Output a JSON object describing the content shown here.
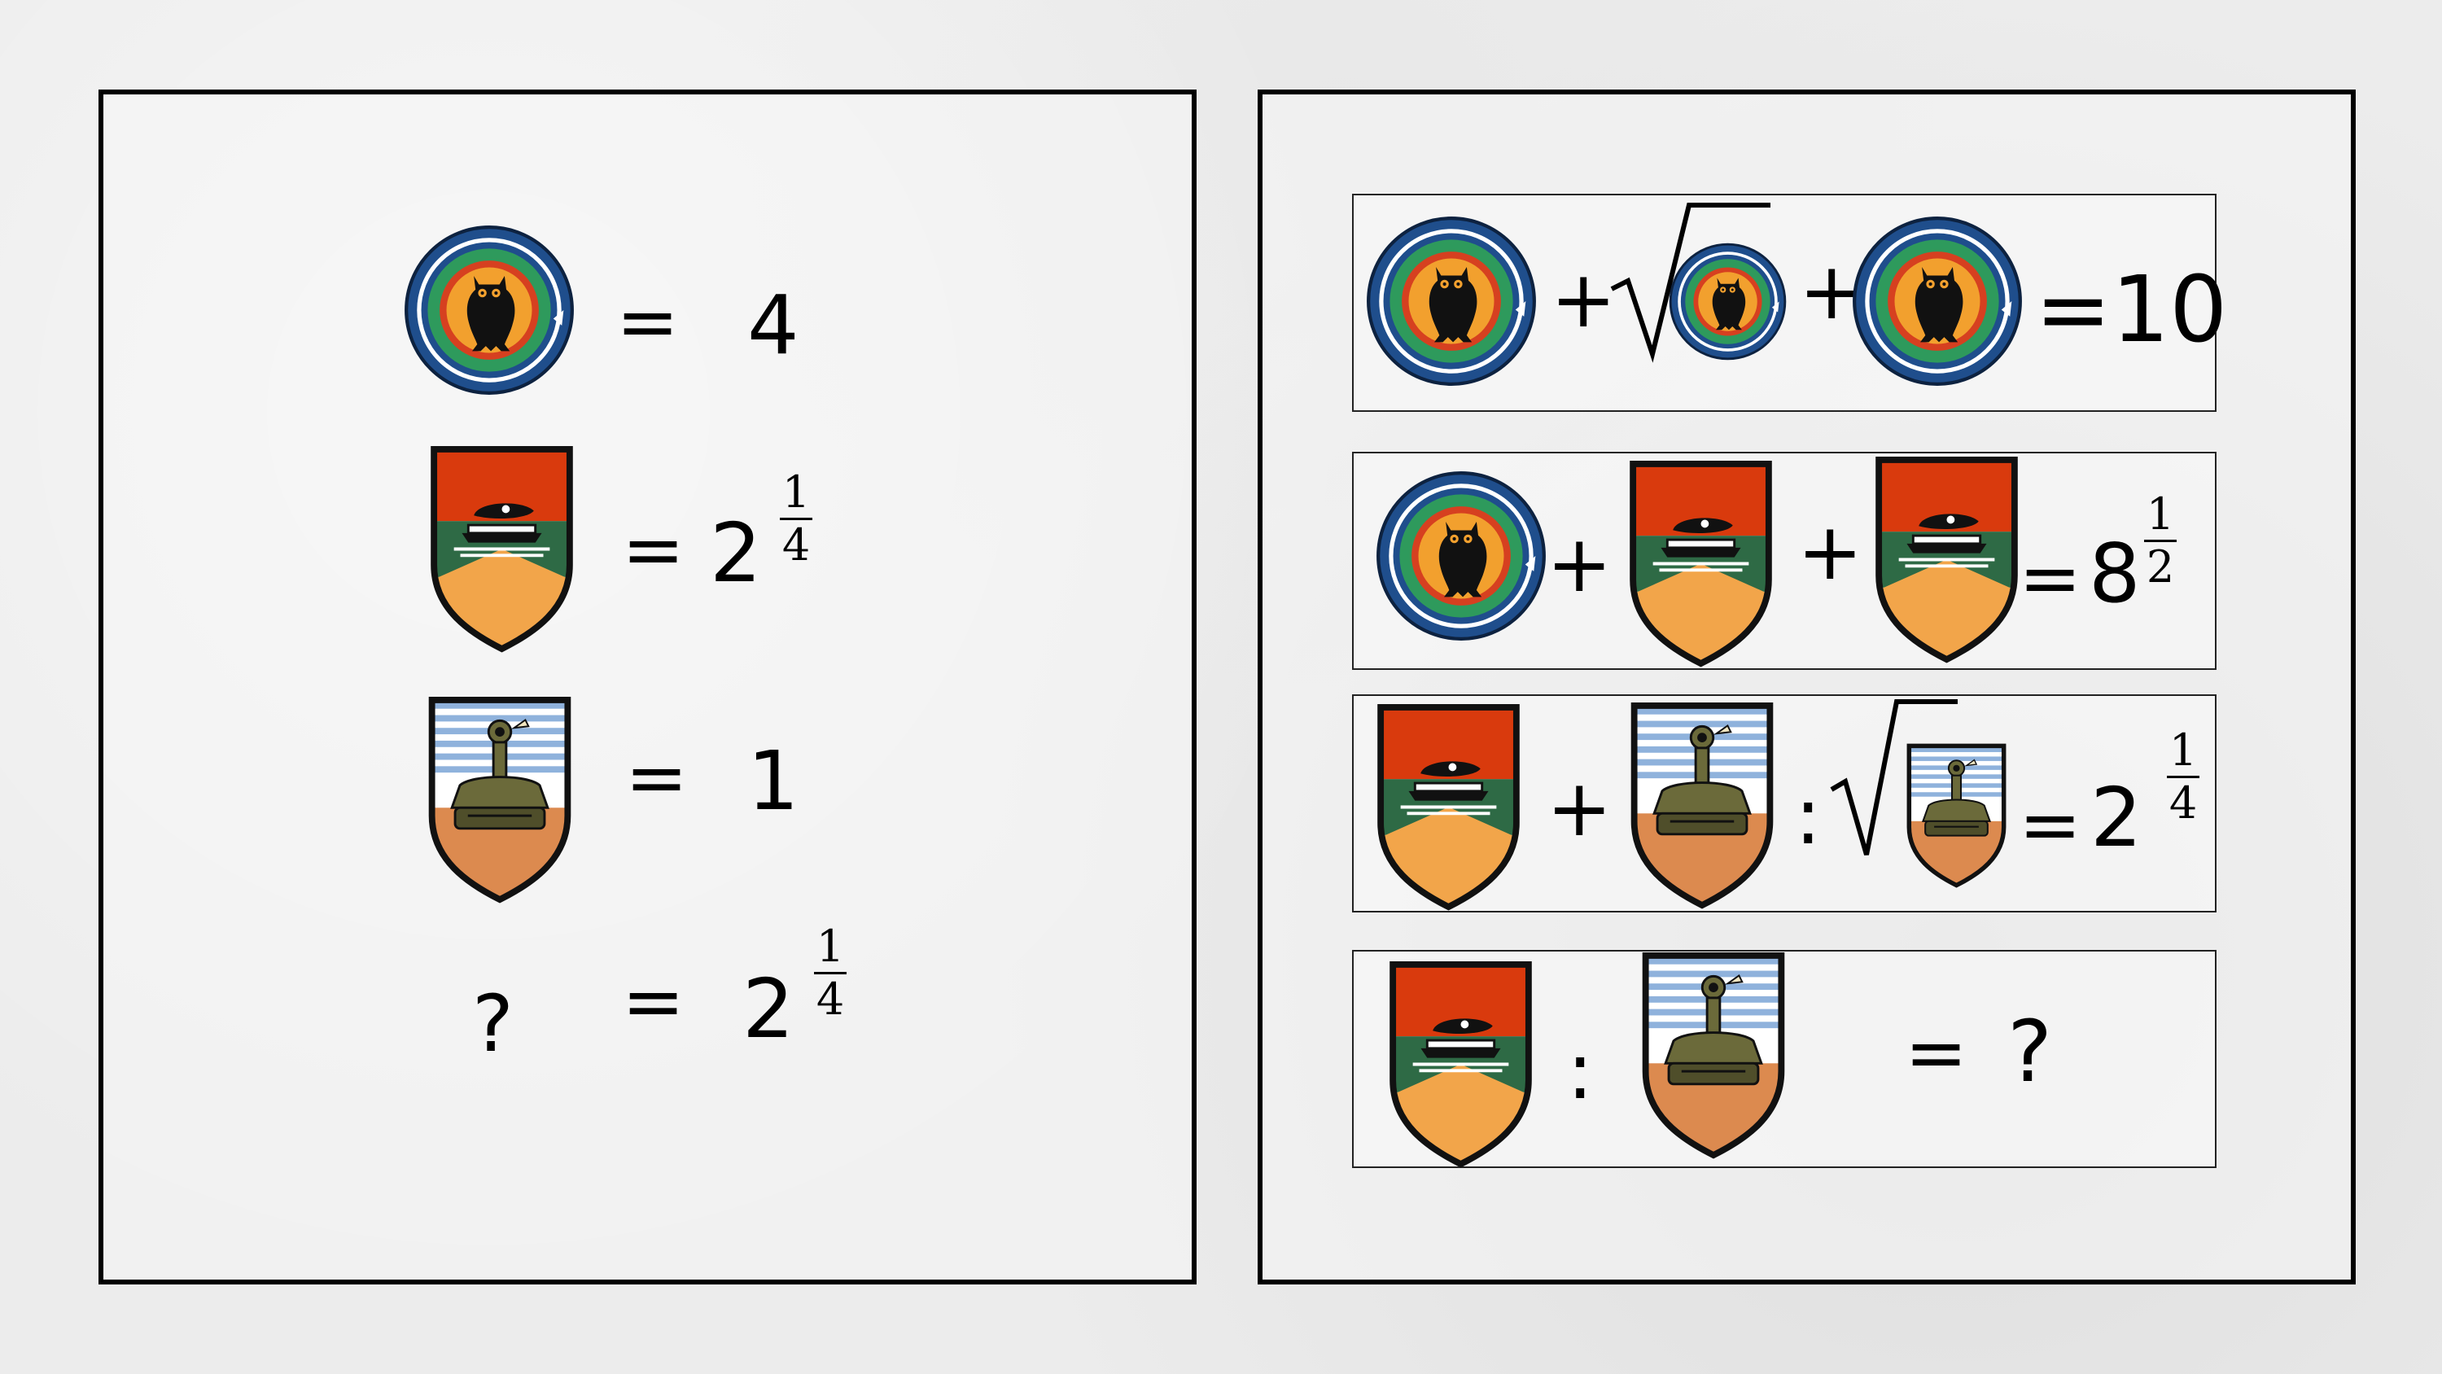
{
  "left_panel": {
    "rows": [
      {
        "op": "=",
        "value": "4"
      },
      {
        "op": "=",
        "whole": "2",
        "num": "1",
        "den": "4"
      },
      {
        "op": "=",
        "value": "1"
      },
      {
        "symbol": "?",
        "op": "=",
        "whole": "2",
        "num": "1",
        "den": "4"
      }
    ]
  },
  "right_panel": {
    "eq1": {
      "plus1": "+",
      "plus2": "+",
      "result": "=10"
    },
    "eq2": {
      "plus1": "+",
      "plus2": "+",
      "eq": "=",
      "whole": "8",
      "num": "1",
      "den": "2"
    },
    "eq3": {
      "plus": "+",
      "divide": ":",
      "eq": "=",
      "whole": "2",
      "num": "1",
      "den": "4"
    },
    "eq4": {
      "divide": ":",
      "eq": "=",
      "question": "?"
    }
  },
  "colors": {
    "owl_blue": "#1f4e8c",
    "owl_green": "#2e9a5c",
    "owl_red": "#d64020",
    "owl_orange": "#f2a02e",
    "beret_red": "#d93a0d",
    "shield_green": "#2e6a45",
    "shield_orange": "#f2a54a",
    "sky_blue": "#8fb2dc",
    "desert_orange": "#dc8a4f",
    "tank_olive": "#6b6a3a"
  },
  "icons": [
    "owl-emblem-icon",
    "beret-tank-shield-icon",
    "striped-tank-shield-icon"
  ]
}
